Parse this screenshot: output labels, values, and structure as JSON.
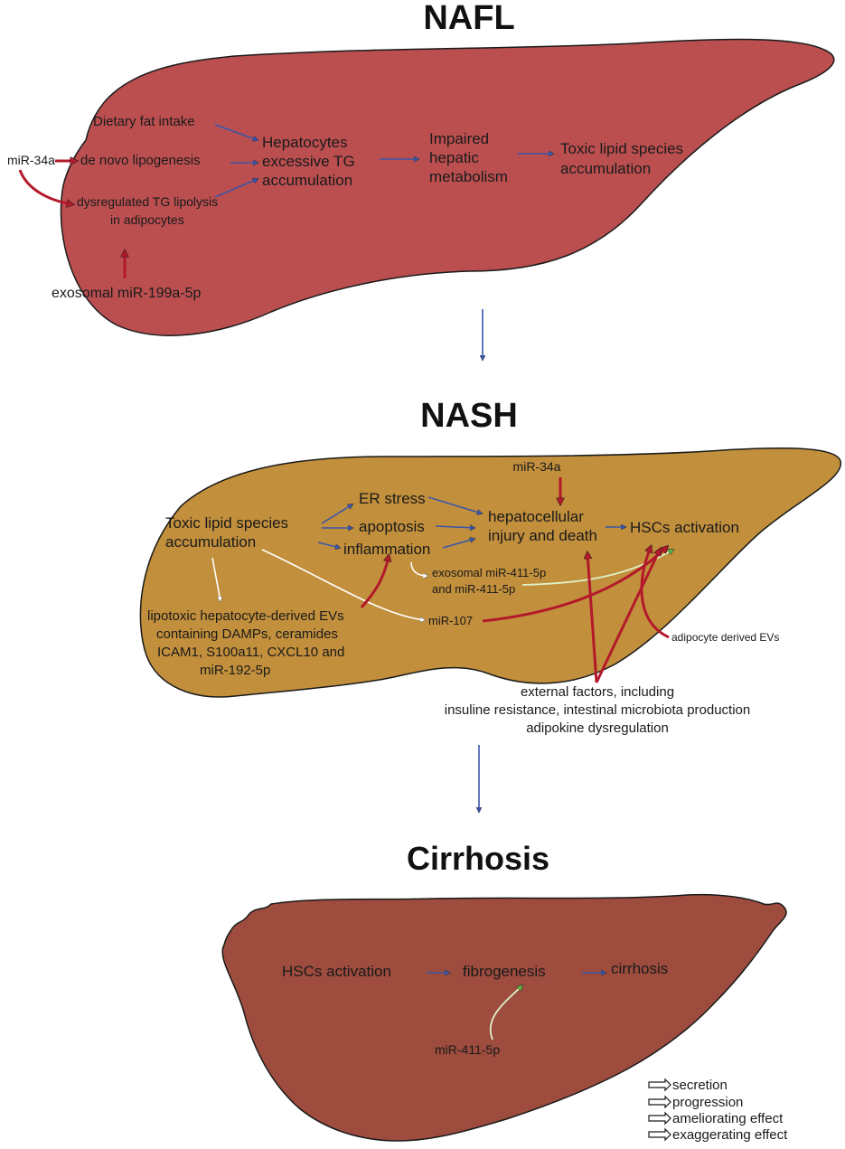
{
  "stages": {
    "nafl": {
      "title": "NAFL",
      "color": "#bb4f50",
      "labels": {
        "mir34a": "miR-34a",
        "dietary": "Dietary fat intake",
        "denovo": "de novo lipogenesis",
        "lipolysis_1": "dysregulated TG lipolysis",
        "lipolysis_2": "in adipocytes",
        "exosomal": "exosomal miR-199a-5p",
        "hep_1": "Hepatocytes",
        "hep_2": "excessive TG",
        "hep_3": "accumulation",
        "imp_1": "Impaired",
        "imp_2": "hepatic",
        "imp_3": "metabolism",
        "toxic_1": "Toxic lipid species",
        "toxic_2": "accumulation"
      }
    },
    "nash": {
      "title": "NASH",
      "color": "#c28f3c",
      "labels": {
        "toxic_1": "Toxic lipid species",
        "toxic_2": "accumulation",
        "er": "ER stress",
        "apoptosis": "apoptosis",
        "inflammation": "inflammation",
        "mir34a": "miR-34a",
        "injury_1": "hepatocellular",
        "injury_2": "injury and death",
        "hsc": "HSCs activation",
        "exo_1": "exosomal miR-411-5p",
        "exo_2": "and miR-411-5p",
        "mir107": "miR-107",
        "evs_1": "lipotoxic hepatocyte-derived EVs",
        "evs_2": "containing DAMPs, ceramides",
        "evs_3": "ICAM1, S100a11, CXCL10 and",
        "evs_4": "miR-192-5p",
        "adipocyte": "adipocyte derived EVs",
        "ext_1": "external factors, including",
        "ext_2": "insuline resistance, intestinal microbiota production",
        "ext_3": "adipokine dysregulation"
      }
    },
    "cirrhosis": {
      "title": "Cirrhosis",
      "color": "#9d4c3e",
      "labels": {
        "hsc": "HSCs activation",
        "fibro": "fibrogenesis",
        "cirr": "cirrhosis",
        "mir411": "miR-411-5p"
      }
    }
  },
  "legend": [
    {
      "label": "secretion",
      "color": "#ffffff"
    },
    {
      "label": "progression",
      "color": "#3a56a8"
    },
    {
      "label": "ameliorating effect",
      "color": "#5fb04a"
    },
    {
      "label": "exaggerating effect",
      "color": "#b3192a"
    }
  ]
}
